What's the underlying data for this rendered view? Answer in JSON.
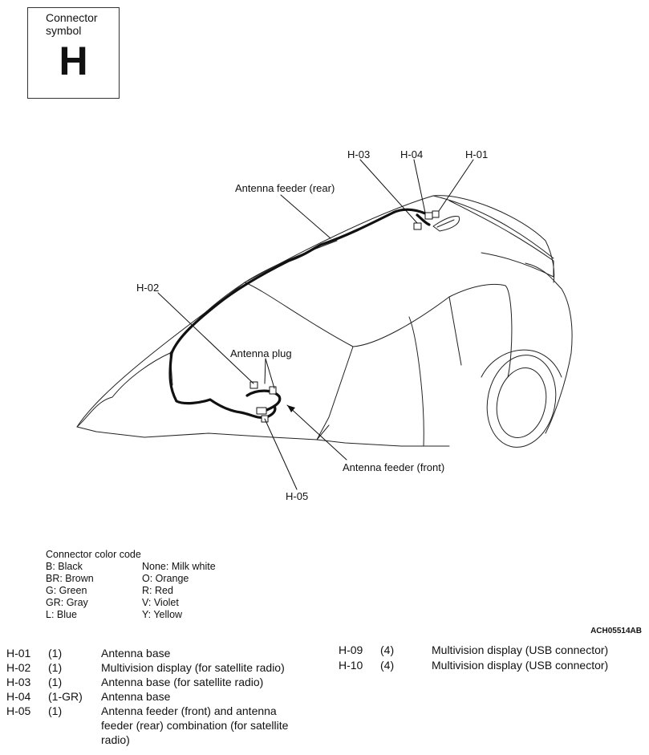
{
  "symbol": {
    "label": "Connector symbol",
    "letter": "H"
  },
  "callouts": {
    "h03": "H-03",
    "h04": "H-04",
    "h01": "H-01",
    "feeder_rear": "Antenna feeder (rear)",
    "h02": "H-02",
    "plug": "Antenna plug",
    "feeder_front": "Antenna feeder (front)",
    "h05": "H-05"
  },
  "legend": {
    "title": "Connector color code",
    "col1": [
      "B: Black",
      "BR: Brown",
      "G: Green",
      "GR: Gray",
      "L: Blue"
    ],
    "col2": [
      "None: Milk white",
      "O: Orange",
      "R: Red",
      "V: Violet",
      "Y: Yellow"
    ]
  },
  "figure_id": "ACH05514AB",
  "connectors_left": [
    {
      "id": "H-01",
      "pin": "(1)",
      "desc": "Antenna base"
    },
    {
      "id": "H-02",
      "pin": "(1)",
      "desc": "Multivision display (for satellite radio)"
    },
    {
      "id": "H-03",
      "pin": "(1)",
      "desc": "Antenna base (for satellite radio)"
    },
    {
      "id": "H-04",
      "pin": "(1-GR)",
      "desc": "Antenna base"
    },
    {
      "id": "H-05",
      "pin": "(1)",
      "desc": "Antenna feeder (front) and antenna feeder (rear) combination (for satellite radio)"
    }
  ],
  "connectors_right": [
    {
      "id": "H-09",
      "pin": "(4)",
      "desc": "Multivision display (USB connector)"
    },
    {
      "id": "H-10",
      "pin": "(4)",
      "desc": "Multivision display (USB connector)"
    }
  ]
}
